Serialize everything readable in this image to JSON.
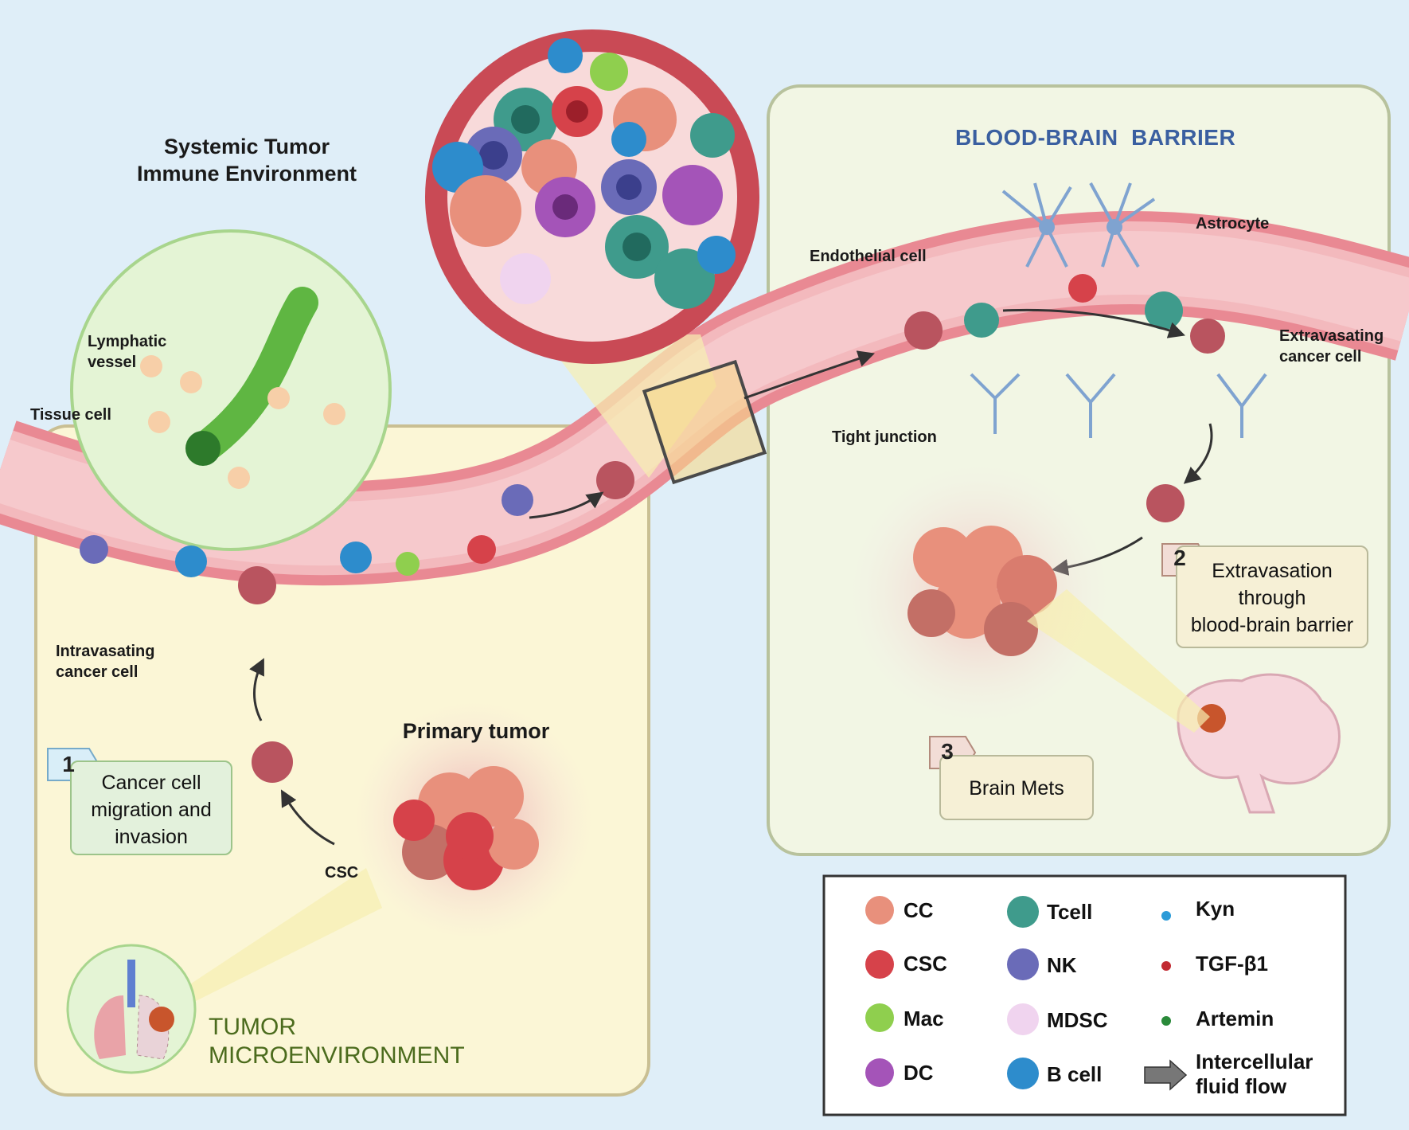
{
  "titles": {
    "systemic": "Systemic Tumor\nImmune Environment",
    "bbb": "BLOOD-BRAIN  BARRIER",
    "tme": "TUMOR\nMICROENVIRONMENT",
    "primary": "Primary tumor"
  },
  "labels": {
    "lymphatic": "Lymphatic\nvessel",
    "tissue": "Tissue cell",
    "intravasating": "Intravasating\ncancer cell",
    "csc": "CSC",
    "endothelial": "Endothelial cell",
    "tight": "Tight junction",
    "astrocyte": "Astrocyte",
    "extravasating": "Extravasating\ncancer cell"
  },
  "steps": [
    {
      "num": "1",
      "text": "Cancer cell\nmigration and\ninvasion"
    },
    {
      "num": "2",
      "text": "Extravasation\nthrough\nblood-brain barrier"
    },
    {
      "num": "3",
      "text": "Brain Mets"
    }
  ],
  "legend": [
    {
      "icon": "cc-cell-icon",
      "label": "CC"
    },
    {
      "icon": "tcell-icon",
      "label": "Tcell"
    },
    {
      "icon": "kyn-dot-icon",
      "label": "Kyn"
    },
    {
      "icon": "csc-cell-icon",
      "label": "CSC"
    },
    {
      "icon": "nk-cell-icon",
      "label": "NK"
    },
    {
      "icon": "tgfb1-dot-icon",
      "label": "TGF-β1"
    },
    {
      "icon": "mac-cell-icon",
      "label": "Mac"
    },
    {
      "icon": "mdsc-cell-icon",
      "label": "MDSC"
    },
    {
      "icon": "artemin-dot-icon",
      "label": "Artemin"
    },
    {
      "icon": "dc-cell-icon",
      "label": "DC"
    },
    {
      "icon": "bcell-icon",
      "label": "B cell"
    },
    {
      "icon": "fluid-flow-arrow-icon",
      "label": "Intercellular\nfluid flow"
    }
  ],
  "colors": {
    "background": "#dfeef8",
    "vessel": "#f3b9bd",
    "vessel_wall": "#e98993",
    "cc": "#e8907c",
    "csc": "#d6424a",
    "tcell": "#3f9b8c",
    "nk": "#6a6bb8",
    "bcell": "#2d8ccc",
    "mac": "#8fcf4e",
    "dc": "#a454b8",
    "mdsc": "#f0d4ef",
    "kyn": "#2b9bd8",
    "tgfb1": "#c22a32",
    "artemin": "#2a8a3a",
    "tme_panel": "#fbf6d6",
    "bbb_panel": "#f2f6e4"
  }
}
